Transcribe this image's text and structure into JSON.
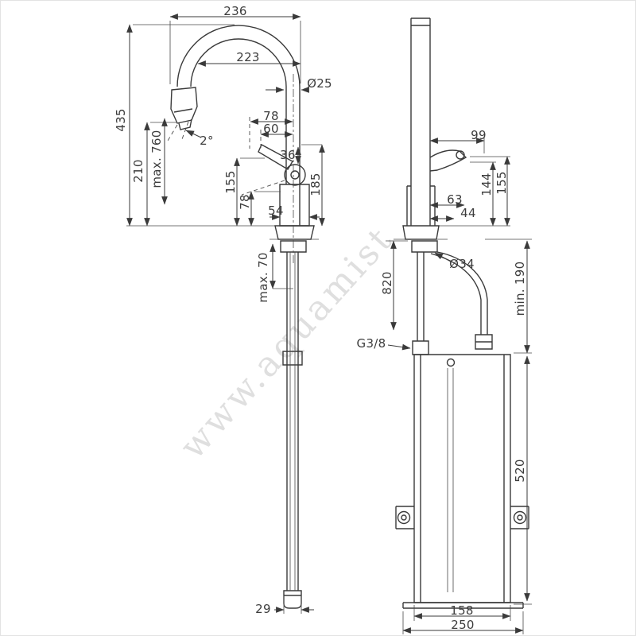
{
  "watermark": {
    "text": "www.aquamist"
  },
  "colors": {
    "line": "#3a3a3a",
    "dimension": "#3d3d3d",
    "background": "#ffffff"
  },
  "dims": {
    "width_236": "236",
    "spout_223": "223",
    "dia_25": "Ø25",
    "height_435": "435",
    "height_210": "210",
    "max_760": "max. 760",
    "angle_2": "2°",
    "handle_78": "78",
    "handle_60": "60",
    "handle_36": "36",
    "body_155": "155",
    "body_78": "78",
    "base_54": "54",
    "outlet_185": "185",
    "max_70": "max. 70",
    "hose_29": "29",
    "front_99": "99",
    "front_63": "63",
    "front_44": "44",
    "front_144": "144",
    "front_155": "155",
    "dia_34": "Ø34",
    "hose_820": "820",
    "thread_g38": "G3/8",
    "min_190": "min. 190",
    "box_520": "520",
    "box_158": "158",
    "box_250": "250"
  }
}
